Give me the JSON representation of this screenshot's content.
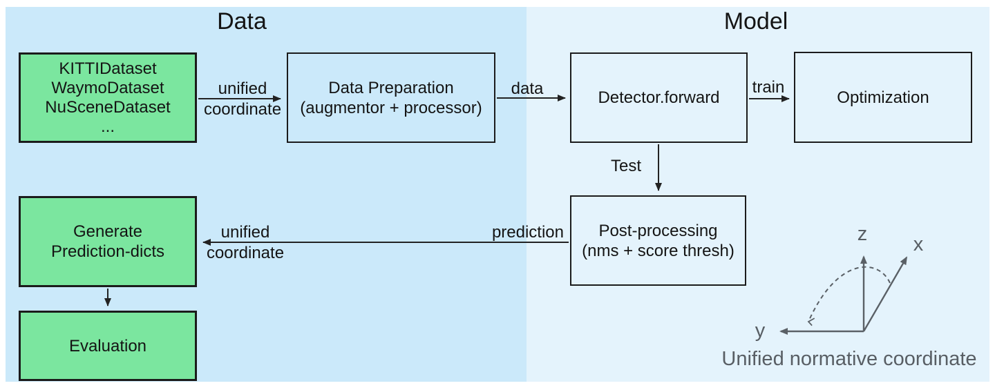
{
  "sections": {
    "data_title": "Data",
    "model_title": "Model"
  },
  "boxes": {
    "datasets": {
      "lines": [
        "KITTIDataset",
        "WaymoDataset",
        "NuSceneDataset",
        "..."
      ]
    },
    "data_preparation": {
      "lines": [
        "Data Preparation",
        "(augmentor + processor)"
      ]
    },
    "detector_forward": {
      "lines": [
        "Detector.forward"
      ]
    },
    "optimization": {
      "lines": [
        "Optimization"
      ]
    },
    "post_processing": {
      "lines": [
        "Post-processing",
        "(nms + score thresh)"
      ]
    },
    "generate_prediction_dicts": {
      "lines": [
        "Generate",
        "Prediction-dicts"
      ]
    },
    "evaluation": {
      "lines": [
        "Evaluation"
      ]
    }
  },
  "arrow_labels": {
    "unified_coordinate_in": {
      "line1": "unified",
      "line2": "coordinate"
    },
    "data": "data",
    "train": "train",
    "test": "Test",
    "prediction": "prediction",
    "unified_coordinate_out": {
      "line1": "unified",
      "line2": "coordinate"
    }
  },
  "axes_figure": {
    "z_label": "z",
    "x_label": "x",
    "y_label": "y",
    "caption": "Unified normative coordinate"
  },
  "colors": {
    "left_panel_bg": "#cbe9fa",
    "right_panel_bg": "#e4f3fc",
    "green_box_fill": "#7be69f",
    "box_border": "#1b1b1b",
    "arrow": "#222222",
    "axes_gray": "#5a6066"
  }
}
